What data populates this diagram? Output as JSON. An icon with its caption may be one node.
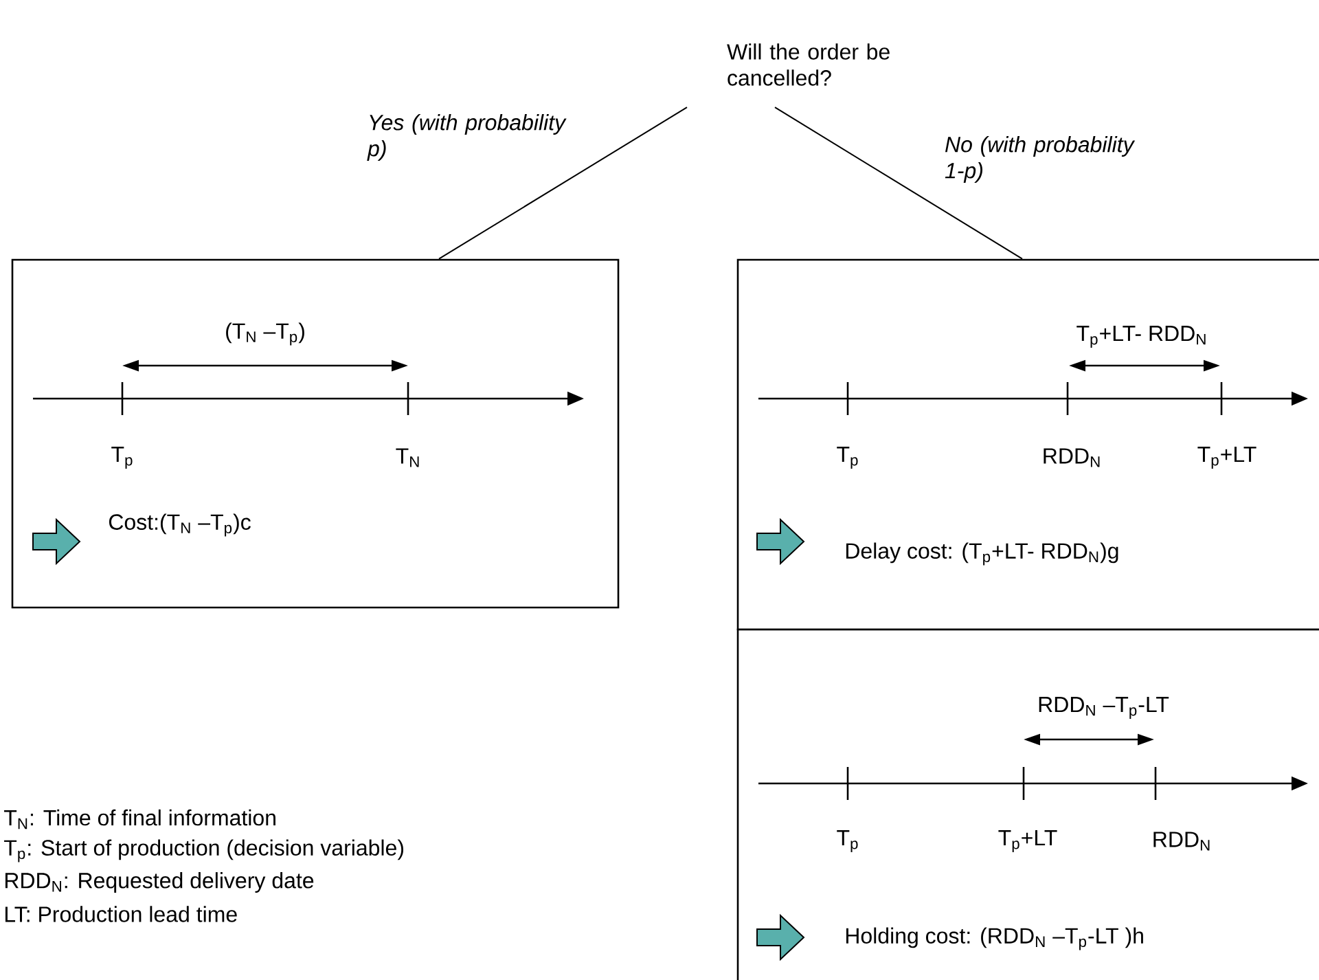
{
  "diagram": {
    "nodes": [
      {
        "text": [
          "Will the order be cancelled?"
        ]
      },
      {
        "text": [
          "(T$_{N}$ –T$_{p}$)",
          "T$_{p}$",
          "T$_{N}$",
          "Cost:(T$_{N}$ –T$_{p}$)c"
        ]
      },
      {
        "text": [
          "T$_{p}$+LT- RDD$_{N}$",
          "T$_{p}$",
          "RDD$_{N}$",
          "T$_{p}$+LT",
          "Delay cost: (T$_{p}$+LT- RDD$_{N}$)g"
        ]
      },
      {
        "text": [
          "RDD$_{N}$ –T$_{p}$-LT",
          "T$_{p}$",
          "T$_{p}$+LT",
          "RDD$_{N}$",
          "Holding cost: (RDD$_{N}$ –T$_{p}$-LT )h"
        ]
      }
    ],
    "edges": [
      {
        "from": 0,
        "to": 1,
        "arrow": "none",
        "label": "Yes (with probability p)"
      },
      {
        "from": 0,
        "to": 2,
        "arrow": "none",
        "label": "No (with probability 1-p)"
      }
    ],
    "labels": [
      "T$_{N}$: Time of final information",
      "T$_{p}$: Start of production (decision variable)",
      "RDD$_{N}$:  Requested delivery date",
      "LT: Production lead time"
    ]
  }
}
